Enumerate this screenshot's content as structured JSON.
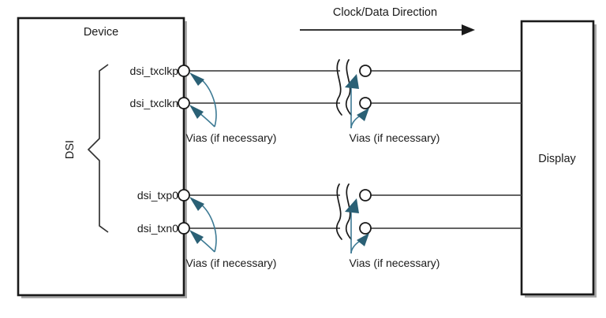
{
  "diagram": {
    "title_text": "Clock/Data Direction",
    "device_block": {
      "label": "Device",
      "bus_label": "DSI"
    },
    "display_block": {
      "label": "Display"
    },
    "pins": [
      {
        "name": "dsi_txclkp",
        "lane": "clock",
        "polarity": "p"
      },
      {
        "name": "dsi_txclkn",
        "lane": "clock",
        "polarity": "n"
      },
      {
        "name": "dsi_txp0",
        "lane": "data0",
        "polarity": "p"
      },
      {
        "name": "dsi_txn0",
        "lane": "data0",
        "polarity": "n"
      }
    ],
    "annotations": {
      "vias_device_clock": "Vias (if necessary)",
      "vias_break_clock": "Vias (if necessary)",
      "vias_device_data": "Vias (if necessary)",
      "vias_break_data": "Vias (if necessary)"
    },
    "colors": {
      "via_accent": "#2a6075",
      "via_curve": "#3d7a94",
      "trace": "#4d4d4d",
      "outline": "#1a1a1a",
      "background": "#ffffff"
    }
  }
}
